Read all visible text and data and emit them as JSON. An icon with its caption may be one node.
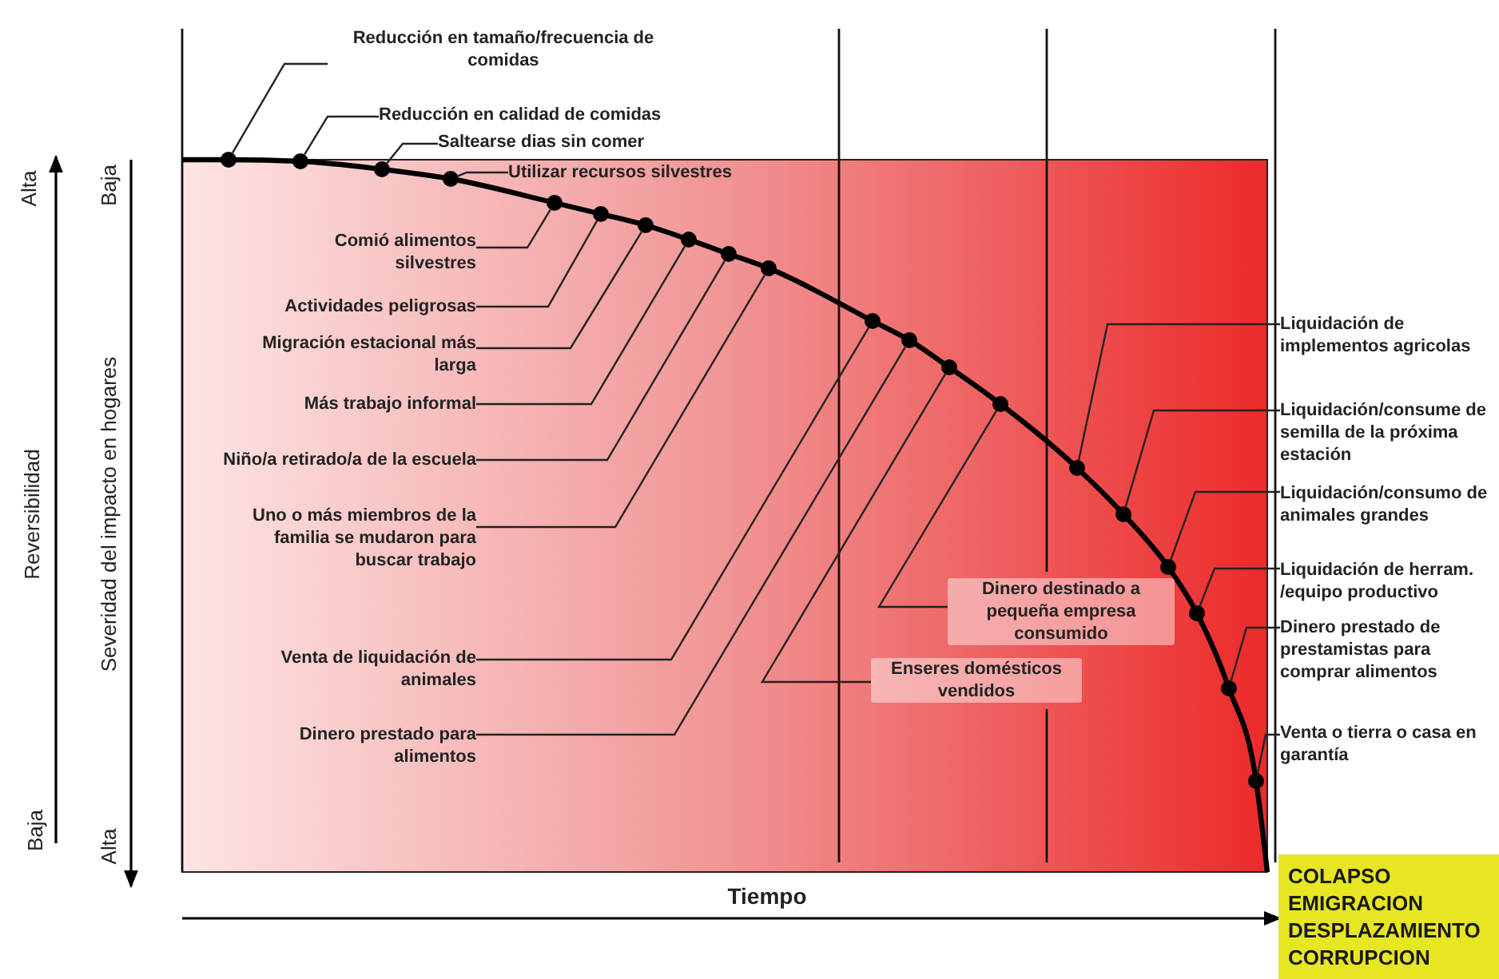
{
  "diagram": {
    "nodes": [
      {
        "text": [
          "Reducción en tamaño/frecuencia de comidas"
        ]
      },
      {
        "text": [
          "Reducción en calidad de comidas"
        ]
      },
      {
        "text": [
          "Saltearse dias sin comer"
        ]
      },
      {
        "text": [
          "Utilizar recursos silvestres"
        ]
      },
      {
        "text": [
          "Comió alimentos silvestres"
        ]
      },
      {
        "text": [
          "Actividades peligrosas"
        ]
      },
      {
        "text": [
          "Migración estacional más larga"
        ]
      },
      {
        "text": [
          "Más trabajo informal"
        ]
      },
      {
        "text": [
          "Niño/a retirado/a de la escuela"
        ]
      },
      {
        "text": [
          "Uno o más miembros de la familia se mudaron para buscar trabajo"
        ]
      },
      {
        "text": [
          "Venta de liquidación de animales"
        ]
      },
      {
        "text": [
          "Dinero prestado para alimentos"
        ]
      },
      {
        "text": [
          "Dinero destinado a pequeña empresa consumido"
        ]
      },
      {
        "text": [
          "Enseres domésticos vendidos"
        ]
      },
      {
        "text": [
          "Liquidación de implementos agricolas"
        ]
      },
      {
        "text": [
          "Liquidación/consume de semilla de la próxima estación"
        ]
      },
      {
        "text": [
          "Liquidación/consumo de animales grandes"
        ]
      },
      {
        "text": [
          "Liquidación de herram. /equipo productivo"
        ]
      },
      {
        "text": [
          "Dinero prestado de prestamistas para comprar alimentos"
        ]
      },
      {
        "text": [
          "Venta o tierra o casa en garantía"
        ]
      },
      {
        "text": [
          "COLAPSO",
          "EMIGRACION",
          "DESPLAZAMIENTO",
          "CORRUPCION"
        ]
      },
      {
        "text": [],
        "shape": "circle"
      },
      {
        "text": [],
        "shape": "circle"
      },
      {
        "text": [],
        "shape": "circle"
      },
      {
        "text": [],
        "shape": "circle"
      },
      {
        "text": [],
        "shape": "circle"
      },
      {
        "text": [],
        "shape": "circle"
      },
      {
        "text": [],
        "shape": "circle"
      },
      {
        "text": [],
        "shape": "circle"
      },
      {
        "text": [],
        "shape": "circle"
      },
      {
        "text": [],
        "shape": "circle"
      },
      {
        "text": [],
        "shape": "circle"
      },
      {
        "text": [],
        "shape": "circle"
      },
      {
        "text": [],
        "shape": "circle"
      },
      {
        "text": [],
        "shape": "circle"
      },
      {
        "text": [],
        "shape": "circle"
      },
      {
        "text": [],
        "shape": "circle"
      },
      {
        "text": [],
        "shape": "circle"
      },
      {
        "text": [],
        "shape": "circle"
      },
      {
        "text": [],
        "shape": "circle"
      },
      {
        "text": [],
        "shape": "circle"
      }
    ],
    "edges": [
      {
        "from": 0,
        "to": 21,
        "arrow": "none"
      },
      {
        "from": 1,
        "to": 22,
        "arrow": "none"
      },
      {
        "from": 2,
        "to": 23,
        "arrow": "none"
      },
      {
        "from": 3,
        "to": 24,
        "arrow": "none"
      },
      {
        "from": 4,
        "to": 25,
        "arrow": "none"
      },
      {
        "from": 5,
        "to": 26,
        "arrow": "none"
      },
      {
        "from": 6,
        "to": 27,
        "arrow": "none"
      },
      {
        "from": 7,
        "to": 28,
        "arrow": "none"
      },
      {
        "from": 8,
        "to": 29,
        "arrow": "none"
      },
      {
        "from": 9,
        "to": 30,
        "arrow": "none"
      },
      {
        "from": 10,
        "to": 31,
        "arrow": "none"
      },
      {
        "from": 11,
        "to": 32,
        "arrow": "none"
      },
      {
        "from": 12,
        "to": 34,
        "arrow": "none"
      },
      {
        "from": 13,
        "to": 33,
        "arrow": "none"
      },
      {
        "from": 14,
        "to": 35,
        "arrow": "none"
      },
      {
        "from": 15,
        "to": 36,
        "arrow": "none"
      },
      {
        "from": 16,
        "to": 37,
        "arrow": "none"
      },
      {
        "from": 17,
        "to": 38,
        "arrow": "none"
      },
      {
        "from": 18,
        "to": 39,
        "arrow": "none"
      },
      {
        "from": 19,
        "to": 40,
        "arrow": "none"
      }
    ],
    "labels": [
      "Alta",
      "Baja",
      "Reversibilidad",
      "Baja",
      "Alta",
      "Severidad del impacto en hogares",
      "Tiempo"
    ]
  }
}
